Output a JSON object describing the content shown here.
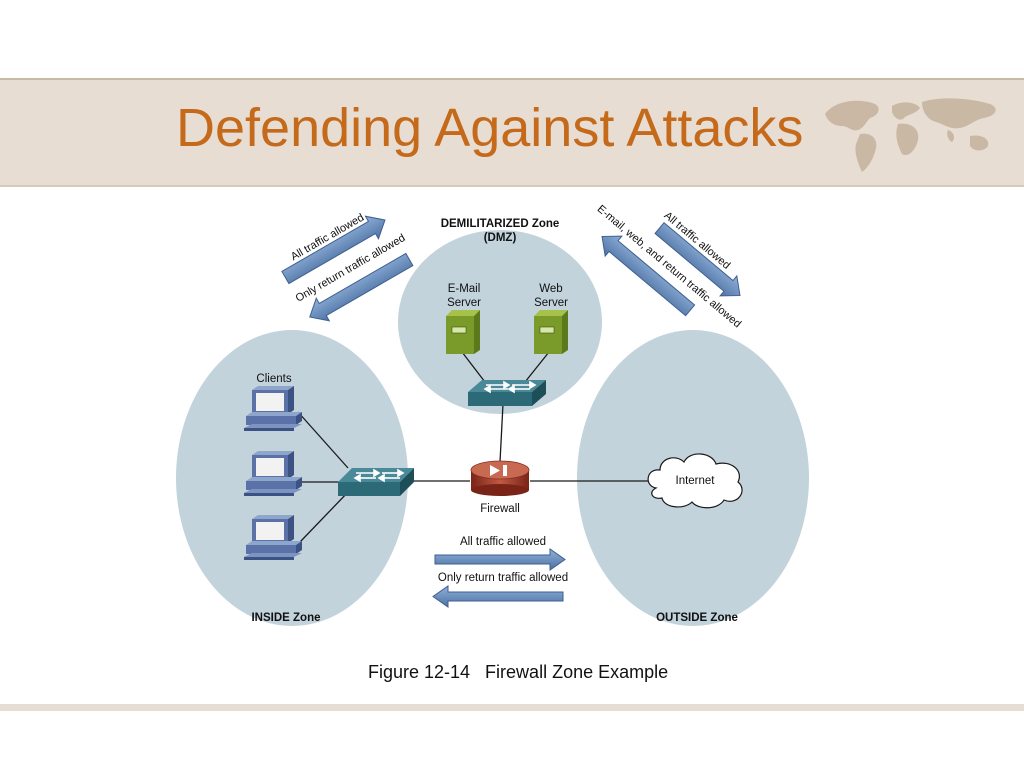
{
  "slide": {
    "title": "Defending Against Attacks",
    "caption": "Figure 12-14   Firewall Zone Example"
  },
  "zones": {
    "dmz_line1": "DEMILITARIZED Zone",
    "dmz_line2": "(DMZ)",
    "inside": "INSIDE Zone",
    "outside": "OUTSIDE Zone"
  },
  "devices": {
    "email_line1": "E-Mail",
    "email_line2": "Server",
    "web_line1": "Web",
    "web_line2": "Server",
    "clients": "Clients",
    "firewall": "Firewall",
    "internet": "Internet"
  },
  "traffic": {
    "dmz_in_all": "All traffic allowed",
    "dmz_in_return": "Only return traffic allowed",
    "dmz_out_all": "All traffic allowed",
    "dmz_out_mixed": "E-mail, web, and return traffic allowed",
    "in_out_all": "All traffic allowed",
    "in_out_return": "Only return traffic allowed"
  },
  "colors": {
    "title": "#c46a1a",
    "zone_fill": "#c2d3dc",
    "arrow_fill": "#6e8fbd",
    "server_green": "#7a9a2a",
    "switch_teal": "#2c6a78",
    "firewall_red": "#a63a2a",
    "band": "#e8ddd3"
  }
}
